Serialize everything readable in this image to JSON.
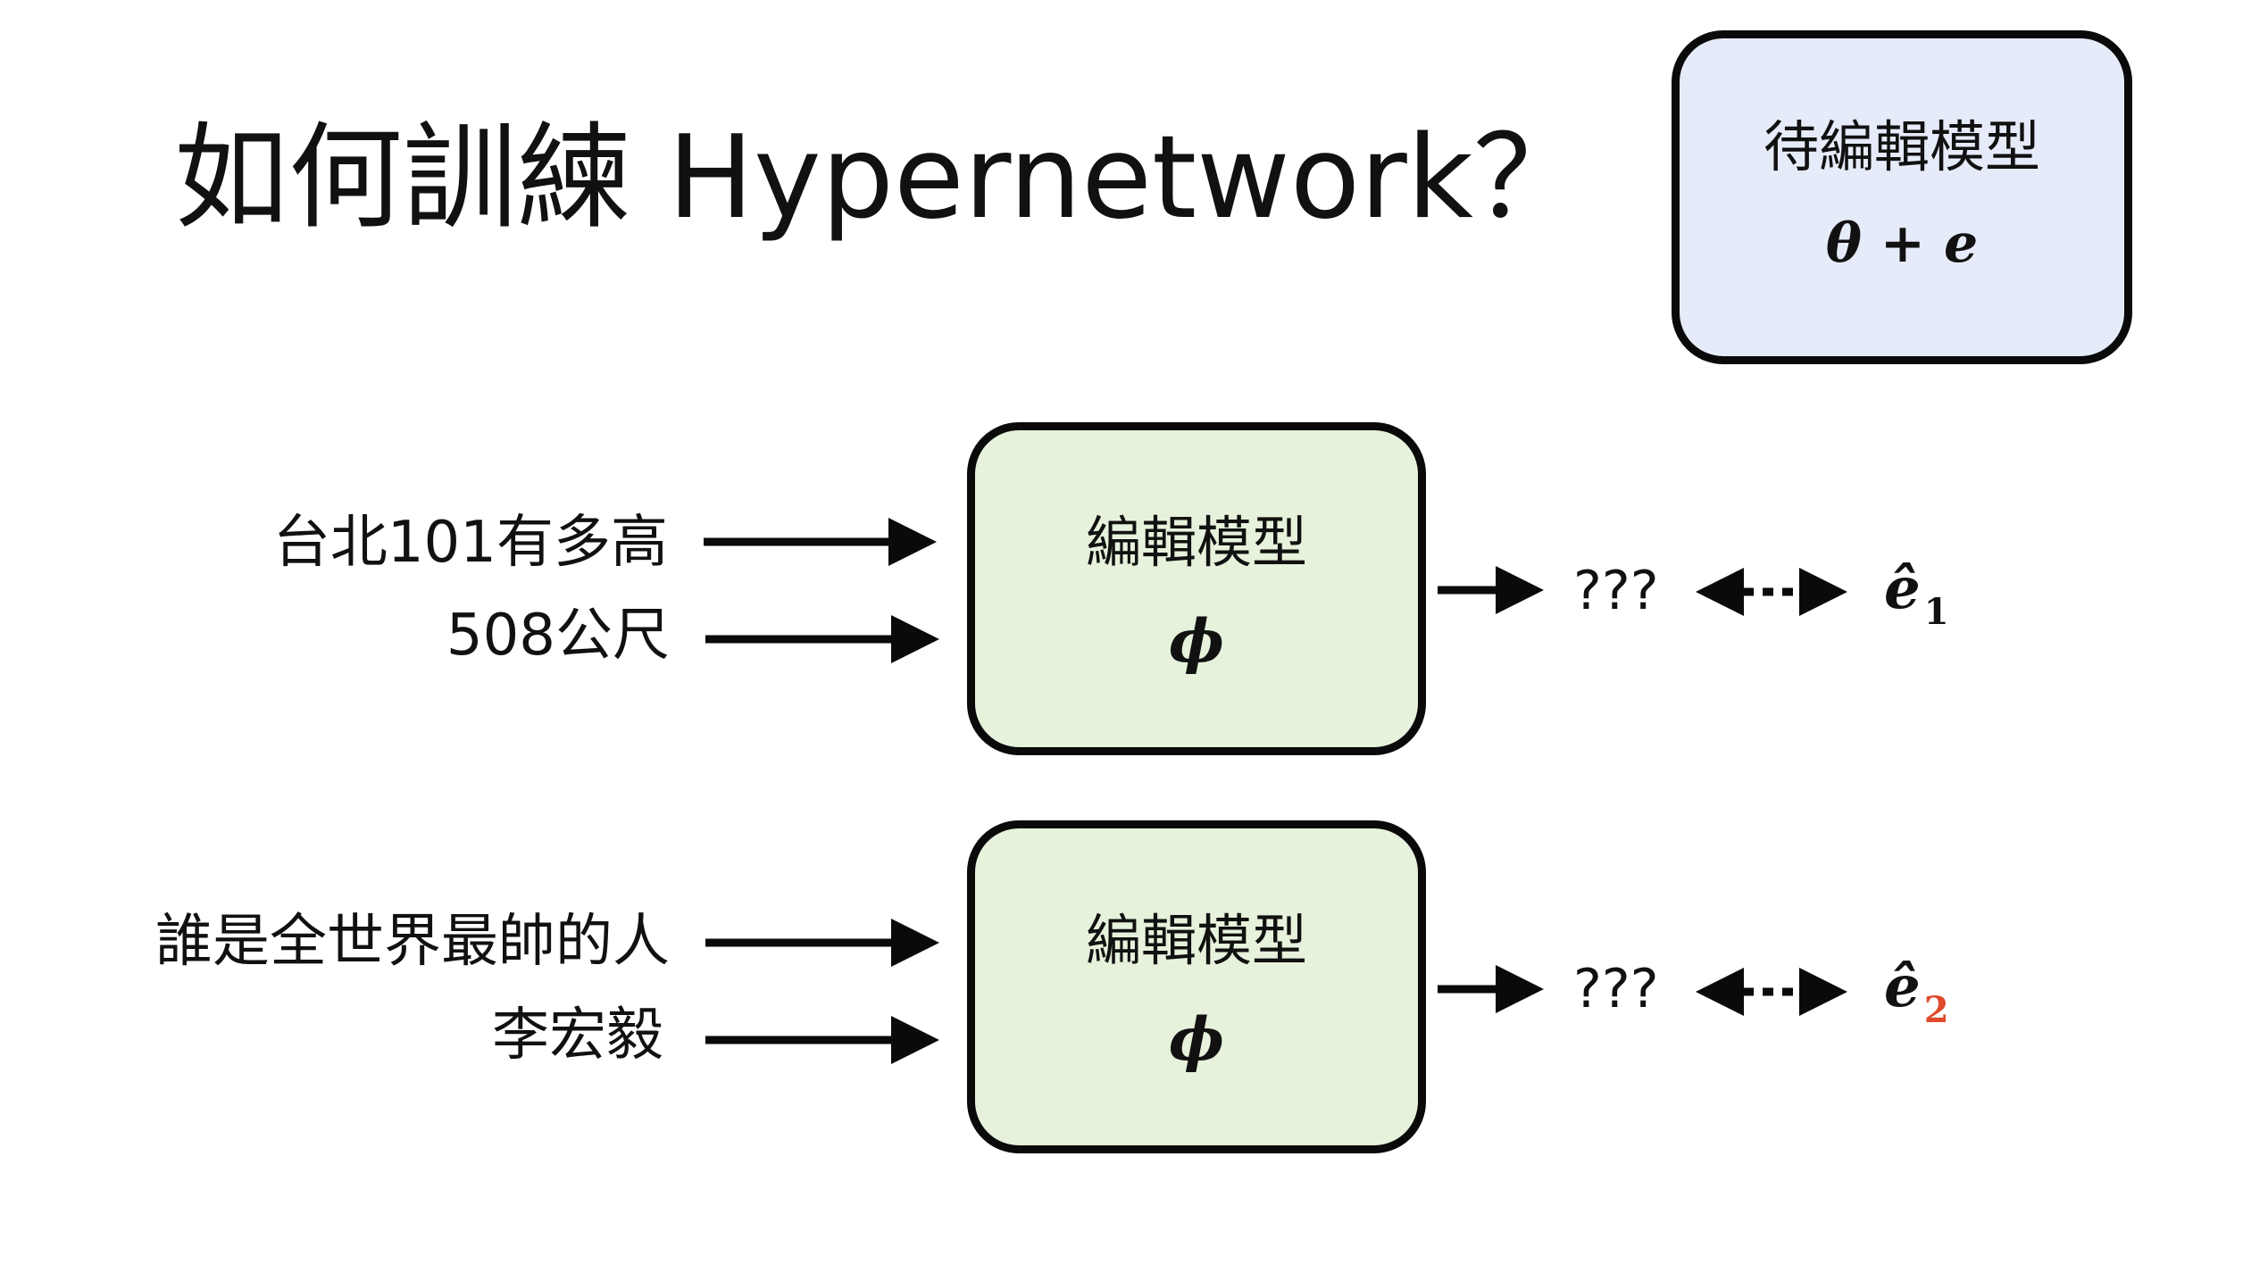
{
  "title": "如何訓練 Hypernetwork？",
  "target_model": {
    "label": "待編輯模型",
    "formula": "θ + e"
  },
  "editor_blocks": [
    {
      "label": "編輯模型",
      "symbol": "ϕ",
      "question": "?",
      "input_question": "台北101有多高",
      "input_answer": "508公尺",
      "output": "???",
      "target_symbol": "ê",
      "target_subscript": "1"
    },
    {
      "label": "編輯模型",
      "symbol": "ϕ",
      "input_question": "誰是全世界最帥的人",
      "input_answer": "李宏毅",
      "output": "???",
      "target_symbol": "ê",
      "target_subscript": "2"
    }
  ],
  "colors": {
    "target_box_fill": "#e6ebf9",
    "editor_box_fill": "#e6f2db",
    "stroke": "#0a0a0a",
    "subscript_highlight": "#e0492a"
  }
}
